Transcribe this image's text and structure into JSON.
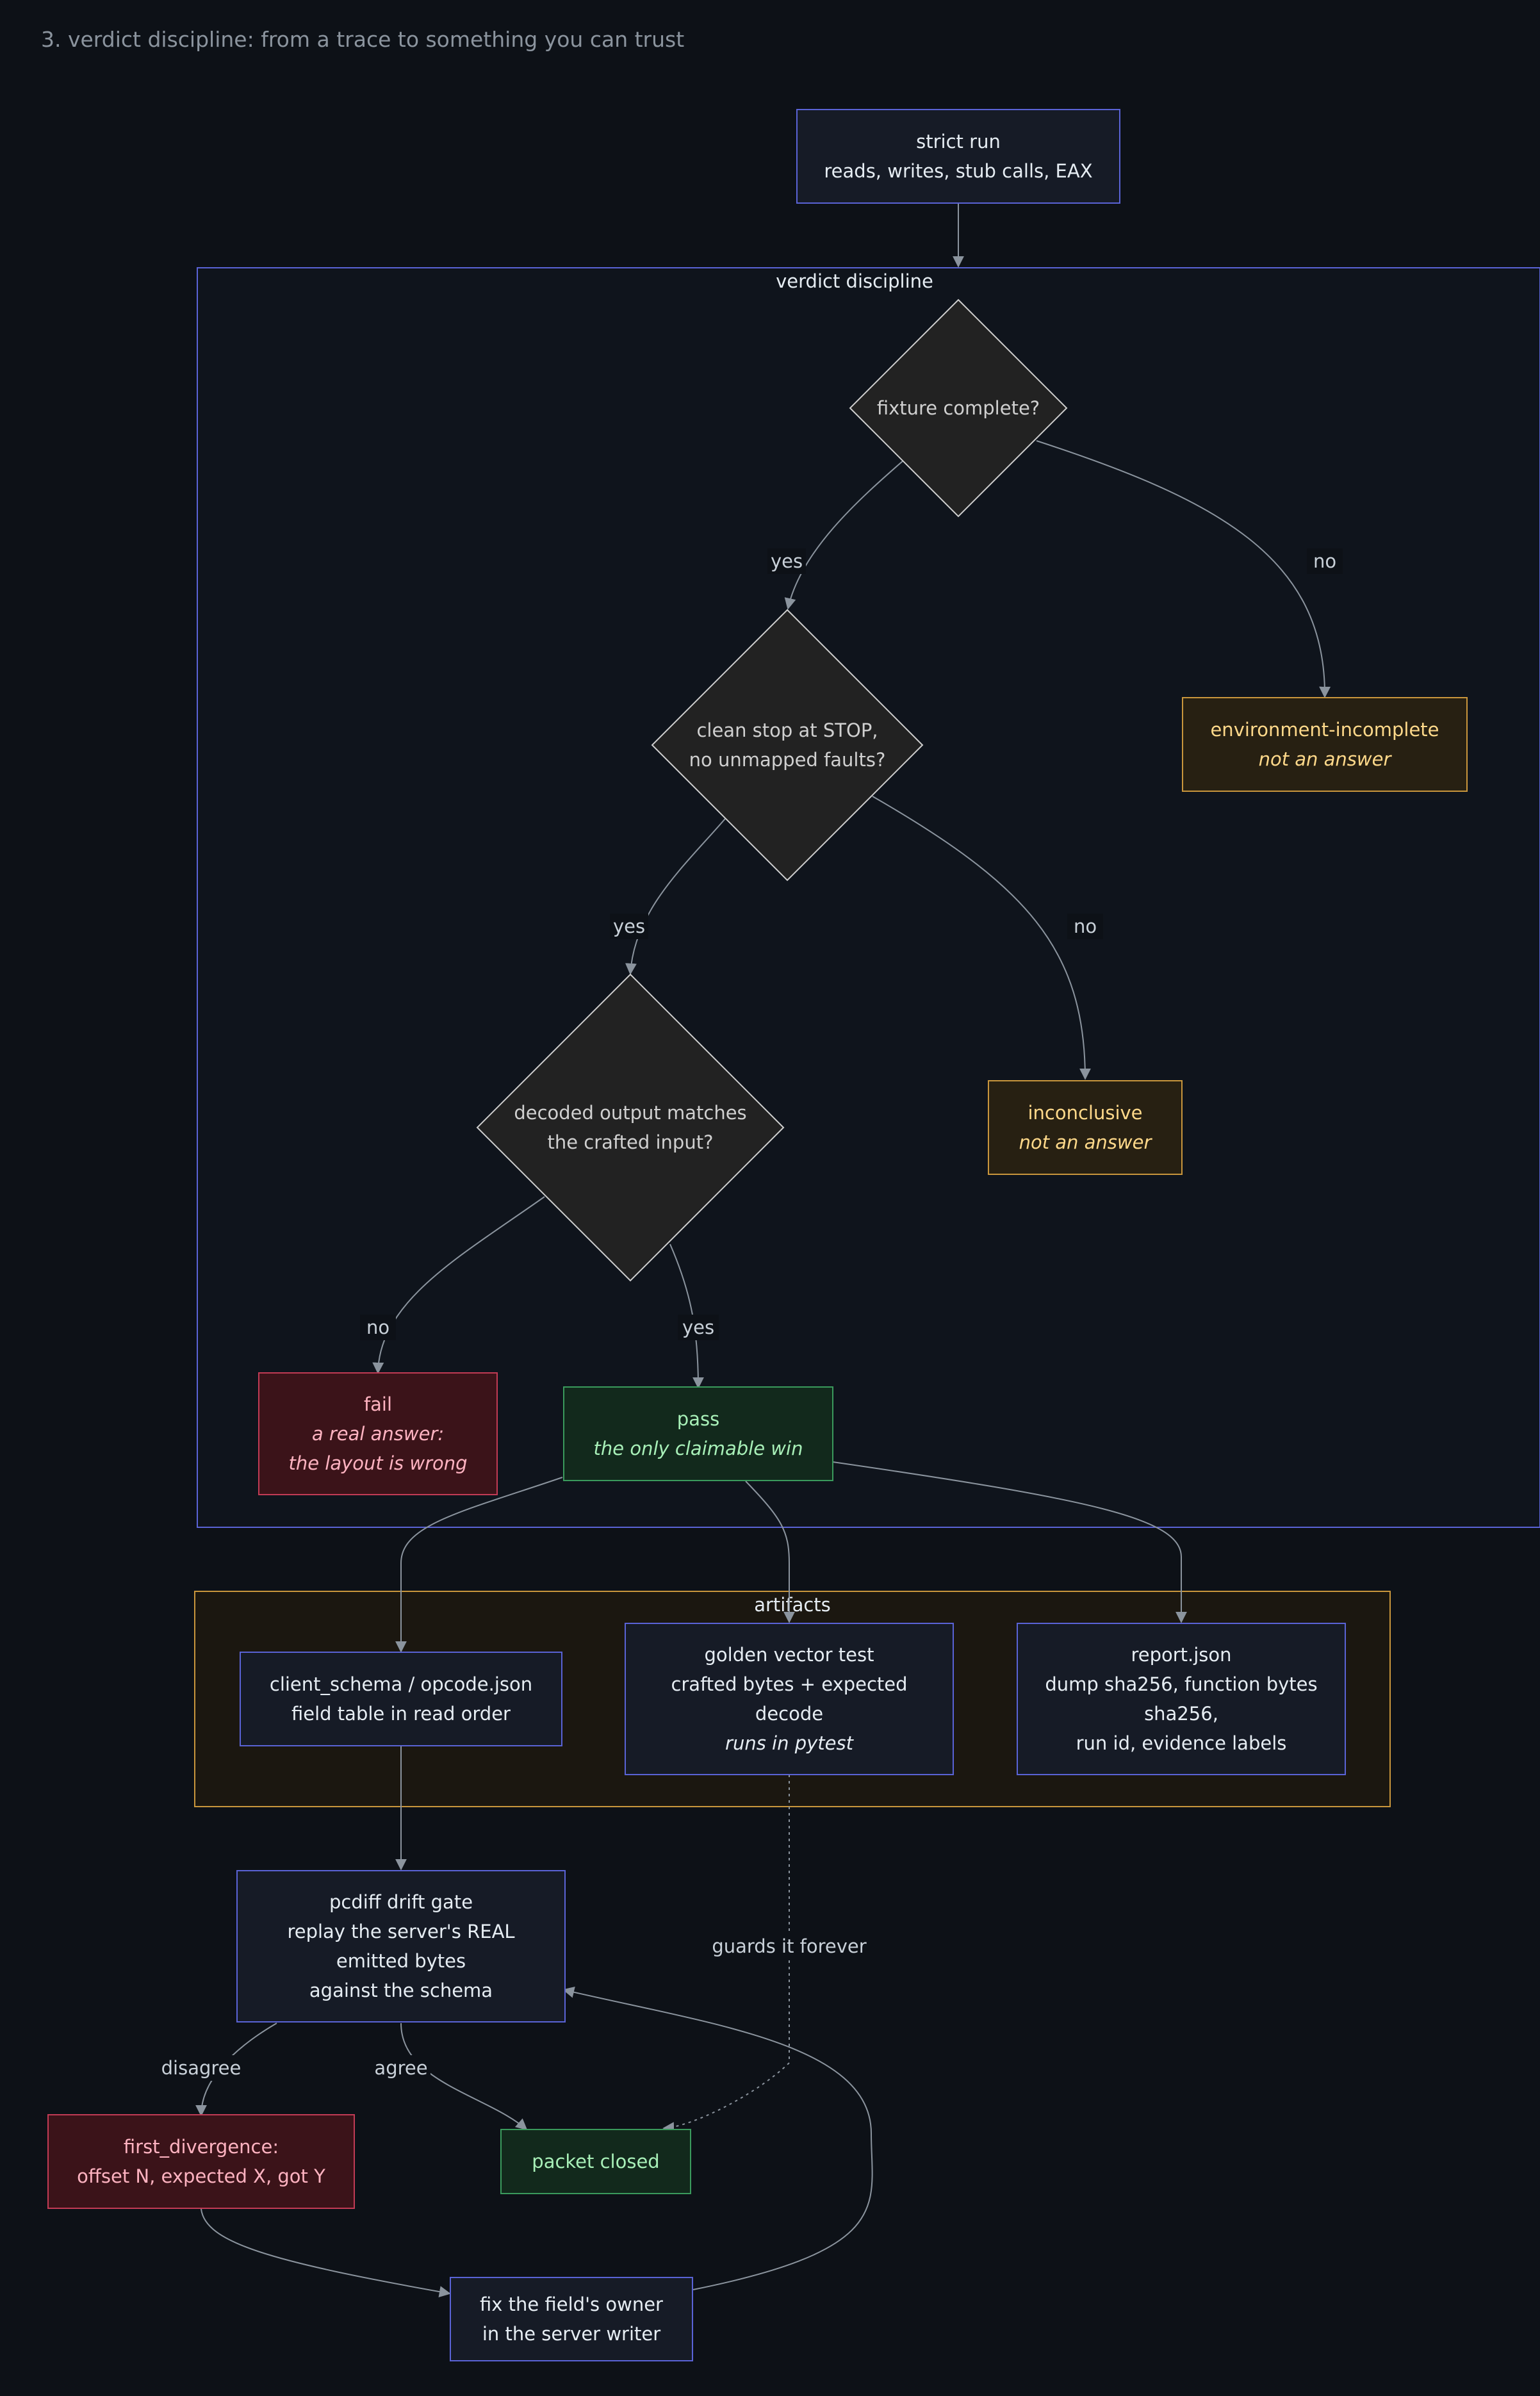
{
  "title": "3. verdict discipline: from a trace to something you can trust",
  "clusters": {
    "verdict": "verdict discipline",
    "artifacts": "artifacts"
  },
  "nodes": {
    "strict_run": [
      "strict run",
      "reads, writes, stub calls, EAX"
    ],
    "fixture": [
      "fixture complete?"
    ],
    "clean_stop": [
      "clean stop at STOP,",
      "no unmapped faults?"
    ],
    "decoded": [
      "decoded output matches",
      "the crafted input?"
    ],
    "env_incomplete": [
      "environment-incomplete",
      "not an answer"
    ],
    "inconclusive": [
      "inconclusive",
      "not an answer"
    ],
    "fail": [
      "fail",
      "a real answer:",
      "the layout is wrong"
    ],
    "pass": [
      "pass",
      "the only claimable win"
    ],
    "client_schema": [
      "client_schema / opcode.json",
      "field table in read order"
    ],
    "golden": [
      "golden vector test",
      "crafted bytes + expected",
      "decode",
      "runs in pytest"
    ],
    "report": [
      "report.json",
      "dump sha256, function bytes",
      "sha256,",
      "run id, evidence labels"
    ],
    "pcdiff": [
      "pcdiff drift gate",
      "replay the server's REAL",
      "emitted bytes",
      "against the schema"
    ],
    "first_div": [
      "first_divergence:",
      "offset N, expected X, got Y"
    ],
    "packet_closed": [
      "packet closed"
    ],
    "fix_owner": [
      "fix the field's owner",
      "in the server writer"
    ]
  },
  "edge_labels": {
    "fixture_yes": "yes",
    "fixture_no": "no",
    "clean_yes": "yes",
    "clean_no": "no",
    "decoded_no": "no",
    "decoded_yes": "yes",
    "guards": "guards it forever",
    "disagree": "disagree",
    "agree": "agree"
  },
  "colors": {
    "background": "#0d1117",
    "neutral_fill": "#161b26",
    "neutral_stroke": "#5a63d6",
    "decision_fill": "#222222",
    "decision_stroke": "#cfcfcf",
    "warn_fill": "#272012",
    "warn_stroke": "#c9963c",
    "warn_text": "#ffd98a",
    "fail_fill": "#3b1319",
    "fail_stroke": "#c23b55",
    "fail_text": "#ffb3c1",
    "pass_fill": "#12291c",
    "pass_stroke": "#3a9a5c",
    "pass_text": "#a8f0b8",
    "edge": "#8b949e",
    "cluster_verdict_stroke": "#5a63d6",
    "cluster_artifacts_fill": "#1b1710",
    "cluster_artifacts_stroke": "#c9963c"
  }
}
